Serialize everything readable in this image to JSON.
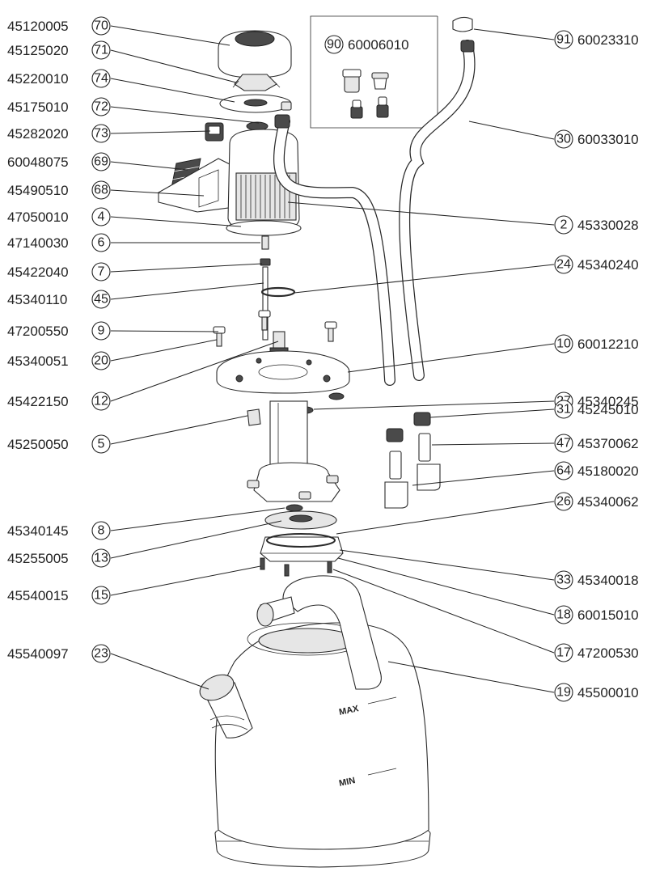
{
  "kit": {
    "num": "90",
    "code": "60006010"
  },
  "marks": {
    "max": "MAX",
    "min": "MIN"
  },
  "callouts": [
    {
      "num": "70",
      "code": "45120005",
      "side": "left"
    },
    {
      "num": "71",
      "code": "45125020",
      "side": "left"
    },
    {
      "num": "74",
      "code": "45220010",
      "side": "left"
    },
    {
      "num": "72",
      "code": "45175010",
      "side": "left"
    },
    {
      "num": "73",
      "code": "45282020",
      "side": "left"
    },
    {
      "num": "69",
      "code": "60048075",
      "side": "left"
    },
    {
      "num": "68",
      "code": "45490510",
      "side": "left"
    },
    {
      "num": "4",
      "code": "47050010",
      "side": "left"
    },
    {
      "num": "6",
      "code": "47140030",
      "side": "left"
    },
    {
      "num": "7",
      "code": "45422040",
      "side": "left"
    },
    {
      "num": "45",
      "code": "45340110",
      "side": "left"
    },
    {
      "num": "9",
      "code": "47200550",
      "side": "left"
    },
    {
      "num": "20",
      "code": "45340051",
      "side": "left"
    },
    {
      "num": "12",
      "code": "45422150",
      "side": "left"
    },
    {
      "num": "5",
      "code": "45250050",
      "side": "left"
    },
    {
      "num": "8",
      "code": "45340145",
      "side": "left"
    },
    {
      "num": "13",
      "code": "45255005",
      "side": "left"
    },
    {
      "num": "15",
      "code": "45540015",
      "side": "left"
    },
    {
      "num": "23",
      "code": "45540097",
      "side": "left"
    },
    {
      "num": "91",
      "code": "60023310",
      "side": "right"
    },
    {
      "num": "30",
      "code": "60033010",
      "side": "right"
    },
    {
      "num": "2",
      "code": "45330028",
      "side": "right"
    },
    {
      "num": "24",
      "code": "45340240",
      "side": "right"
    },
    {
      "num": "10",
      "code": "60012210",
      "side": "right"
    },
    {
      "num": "27",
      "code": "45340245",
      "side": "right"
    },
    {
      "num": "31",
      "code": "45245010",
      "side": "right"
    },
    {
      "num": "47",
      "code": "45370062",
      "side": "right"
    },
    {
      "num": "64",
      "code": "45180020",
      "side": "right"
    },
    {
      "num": "26",
      "code": "45340062",
      "side": "right"
    },
    {
      "num": "33",
      "code": "45340018",
      "side": "right"
    },
    {
      "num": "18",
      "code": "60015010",
      "side": "right"
    },
    {
      "num": "17",
      "code": "47200530",
      "side": "right"
    },
    {
      "num": "19",
      "code": "45500010",
      "side": "right"
    }
  ]
}
